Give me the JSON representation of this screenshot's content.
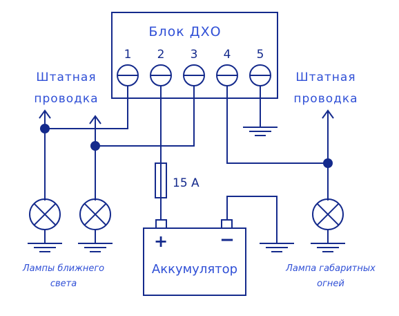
{
  "block": {
    "title": "Блок ДХО",
    "terminals": [
      "1",
      "2",
      "3",
      "4",
      "5"
    ]
  },
  "labels": {
    "stock_wiring_left_line1": "Штатная",
    "stock_wiring_left_line2": "проводка",
    "stock_wiring_right_line1": "Штатная",
    "stock_wiring_right_line2": "проводка",
    "fuse_rating": "15 А",
    "battery": "Аккумулятор",
    "battery_plus": "+",
    "battery_minus": "−",
    "low_beam_line1": "Лампы ближнего",
    "low_beam_line2": "света",
    "marker_line1": "Лампа габаритных",
    "marker_line2": "огней"
  },
  "colors": {
    "ink": "#142a8c",
    "text": "#2f4fd6",
    "background": "#ffffff"
  }
}
